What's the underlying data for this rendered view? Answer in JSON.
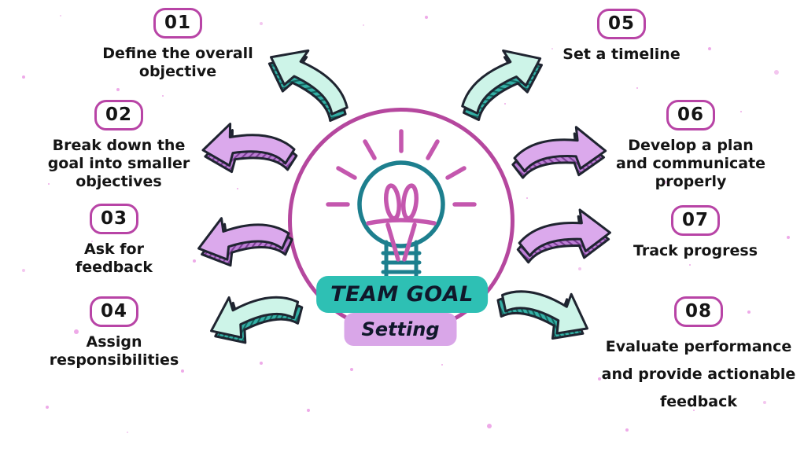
{
  "title": {
    "primary": "TEAM GOAL",
    "secondary": "Setting"
  },
  "center": {
    "icon": "lightbulb-icon"
  },
  "steps": [
    {
      "number": "01",
      "lines": [
        "Define the overall",
        "objective"
      ],
      "arrow": "mint"
    },
    {
      "number": "02",
      "lines": [
        "Break down the",
        "goal into smaller",
        "objectives"
      ],
      "arrow": "purple"
    },
    {
      "number": "03",
      "lines": [
        "Ask for",
        "feedback"
      ],
      "arrow": "purple"
    },
    {
      "number": "04",
      "lines": [
        "Assign",
        "responsibilities"
      ],
      "arrow": "mint"
    },
    {
      "number": "05",
      "lines": [
        "Set a timeline"
      ],
      "arrow": "mint"
    },
    {
      "number": "06",
      "lines": [
        "Develop a plan",
        "and communicate",
        "properly"
      ],
      "arrow": "purple"
    },
    {
      "number": "07",
      "lines": [
        "Track progress"
      ],
      "arrow": "purple"
    },
    {
      "number": "08",
      "lines": [
        "Evaluate performance",
        "and provide actionable",
        "feedback"
      ],
      "arrow": "mint"
    }
  ],
  "colors": {
    "accent_magenta": "#b844a6",
    "circle_ring": "#b5479e",
    "teal_badge": "#2ec0b4",
    "purple_badge": "#d9a6e8",
    "mint_arrow": "#cdf4e8",
    "mint_arrow_shade": "#35b0a6",
    "purple_arrow": "#dba9ec",
    "purple_arrow_shade": "#bd7fd6",
    "bulb_teal": "#1d7f8e",
    "ray_magenta": "#c457ae",
    "text": "#141414",
    "background": "#ffffff"
  }
}
